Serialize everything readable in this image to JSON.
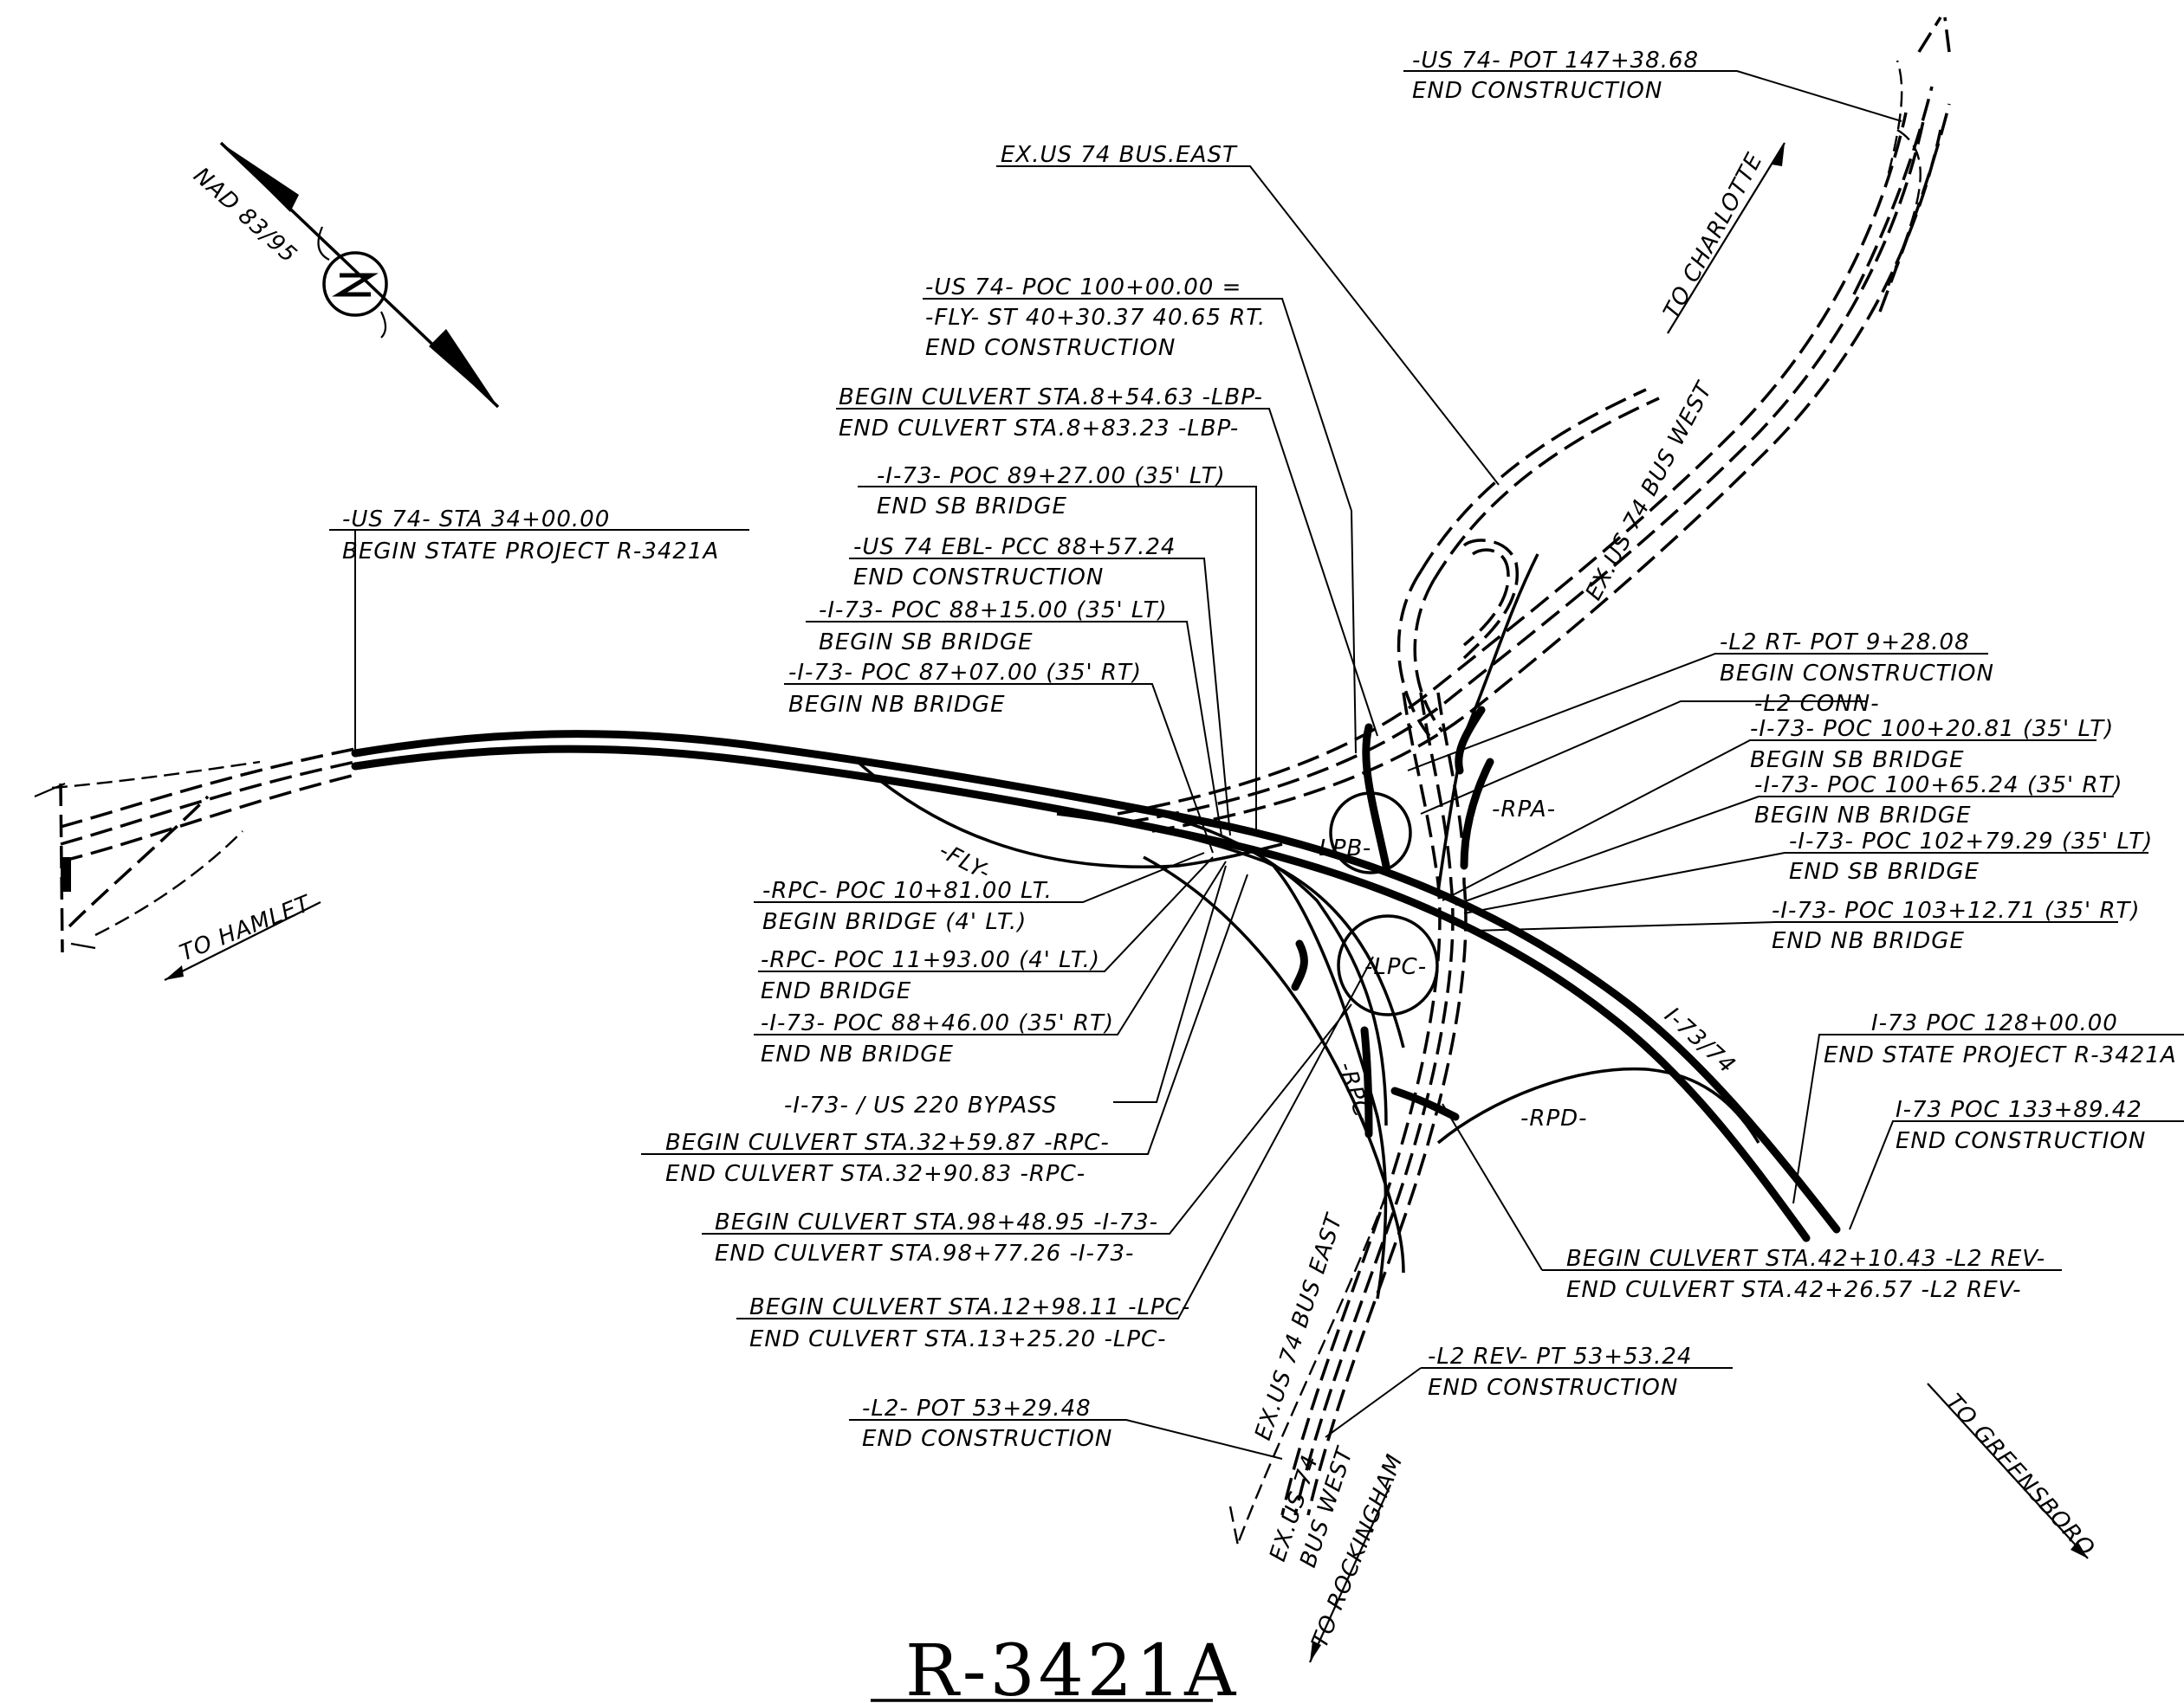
{
  "sheet_title": "R-3421A",
  "north_arrow": {
    "datum": "NAD 83/95",
    "icon": "north-arrow-icon"
  },
  "directions": {
    "to_hamlet": "TO HAMLET",
    "to_charlotte": "TO CHARLOTTE",
    "to_greensboro": "TO GREENSBORO",
    "to_rockingham": "TO ROCKINGHAM"
  },
  "roads": {
    "ex_us74_bus_east_top": "EX.US 74 BUS.EAST",
    "ex_us74_bus_west_ne": "EX.US 74 BUS WEST",
    "ex_us74_bus_east_s": "EX.US 74 BUS EAST",
    "ex_us74_s": "EX.US 74",
    "bus_west_s": "BUS WEST",
    "i73_74": "I-73/74",
    "fly": "-FLY-",
    "lpb": "-LPB-",
    "lpc": "-LPC-",
    "rpa": "-RPA-",
    "rpc": "-RPC-",
    "rpd": "-RPD-"
  },
  "callouts": {
    "us74_pot": [
      "-US 74- POT 147+38.68",
      "END CONSTRUCTION"
    ],
    "us74_poc100": [
      "-US 74- POC 100+00.00 =",
      "-FLY- ST 40+30.37 40.65 RT.",
      "END CONSTRUCTION"
    ],
    "culvert_lbp": [
      "BEGIN CULVERT STA.8+54.63 -LBP-",
      "END CULVERT STA.8+83.23 -LBP-"
    ],
    "i73_poc8927": [
      "-I-73- POC 89+27.00 (35' LT)",
      "END SB BRIDGE"
    ],
    "us74_ebl": [
      "-US 74 EBL- PCC 88+57.24",
      "END CONSTRUCTION"
    ],
    "i73_poc8815": [
      "-I-73- POC 88+15.00 (35' LT)",
      "BEGIN SB BRIDGE"
    ],
    "i73_poc8707": [
      "-I-73- POC 87+07.00 (35' RT)",
      "BEGIN NB BRIDGE"
    ],
    "us74_sta34": [
      "-US 74- STA 34+00.00",
      "BEGIN STATE PROJECT R-3421A"
    ],
    "rpc_poc1081": [
      "-RPC- POC 10+81.00 LT.",
      "BEGIN  BRIDGE (4' LT.)"
    ],
    "rpc_poc1193": [
      "-RPC- POC 11+93.00 (4' LT.)",
      "END  BRIDGE"
    ],
    "i73_poc8846": [
      "-I-73- POC 88+46.00 (35' RT)",
      "END NB BRIDGE"
    ],
    "bypass": [
      "-I-73- / US 220 BYPASS"
    ],
    "culvert_rpc": [
      "BEGIN CULVERT STA.32+59.87 -RPC-",
      "END CULVERT STA.32+90.83 -RPC-"
    ],
    "culvert_i73": [
      "BEGIN CULVERT STA.98+48.95 -I-73-",
      "END CULVERT STA.98+77.26 -I-73-"
    ],
    "culvert_lpc": [
      "BEGIN CULVERT STA.12+98.11 -LPC-",
      "END CULVERT STA.13+25.20 -LPC-"
    ],
    "l2_pot": [
      "-L2- POT 53+29.48",
      "END CONSTRUCTION"
    ],
    "l2rev_pt": [
      "-L2 REV- PT 53+53.24",
      "END CONSTRUCTION"
    ],
    "l2rt_pot": [
      "-L2 RT- POT 9+28.08",
      "BEGIN CONSTRUCTION",
      "-L2 CONN-"
    ],
    "i73_poc10020": [
      "-I-73- POC 100+20.81 (35' LT)",
      "BEGIN SB BRIDGE"
    ],
    "i73_poc10065": [
      "-I-73- POC 100+65.24 (35' RT)",
      "BEGIN NB BRIDGE"
    ],
    "i73_poc10279": [
      "-I-73- POC 102+79.29 (35' LT)",
      "END SB BRIDGE"
    ],
    "i73_poc10312": [
      "-I-73- POC 103+12.71 (35' RT)",
      "END NB BRIDGE"
    ],
    "i73_poc128": [
      "I-73 POC 128+00.00",
      "END STATE PROJECT R-3421A"
    ],
    "i73_poc133": [
      "I-73 POC 133+89.42",
      "END CONSTRUCTION"
    ],
    "culvert_l2rev": [
      "BEGIN CULVERT STA.42+10.43   -L2 REV-",
      "END CULVERT STA.42+26.57 -L2 REV-"
    ]
  }
}
